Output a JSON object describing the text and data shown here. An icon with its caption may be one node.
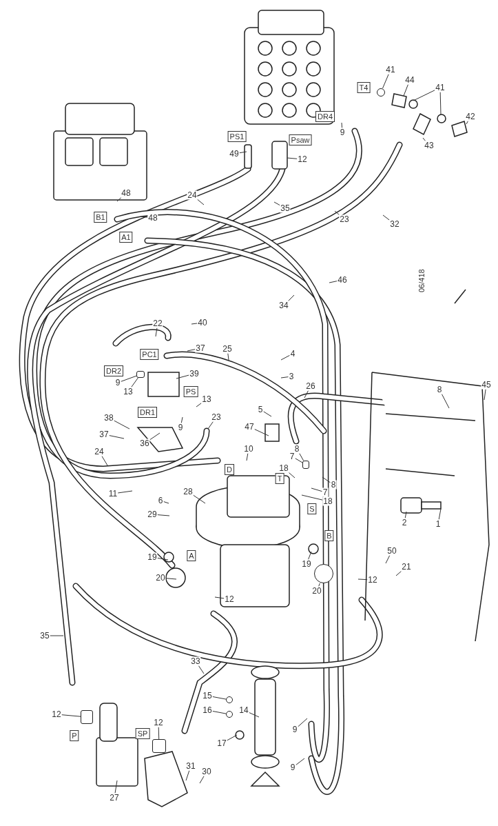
{
  "diagram": {
    "nodes": [
      {
        "text": [
          "41"
        ]
      },
      {
        "text": [
          "44"
        ]
      },
      {
        "text": [
          "41"
        ]
      },
      {
        "text": [
          "42"
        ]
      },
      {
        "text": [
          "43"
        ]
      },
      {
        "text": [
          "9"
        ]
      },
      {
        "text": [
          "12"
        ]
      },
      {
        "text": [
          "49"
        ]
      },
      {
        "text": [
          "48"
        ]
      },
      {
        "text": [
          "48"
        ]
      },
      {
        "text": [
          "24"
        ]
      },
      {
        "text": [
          "35"
        ]
      },
      {
        "text": [
          "23"
        ]
      },
      {
        "text": [
          "32"
        ]
      },
      {
        "text": [
          "46"
        ]
      },
      {
        "text": [
          "34"
        ]
      },
      {
        "text": [
          "22"
        ]
      },
      {
        "text": [
          "40"
        ]
      },
      {
        "text": [
          "37"
        ]
      },
      {
        "text": [
          "25"
        ]
      },
      {
        "text": [
          "4"
        ]
      },
      {
        "text": [
          "3"
        ]
      },
      {
        "text": [
          "26"
        ]
      },
      {
        "text": [
          "39"
        ]
      },
      {
        "text": [
          "9"
        ]
      },
      {
        "text": [
          "13"
        ]
      },
      {
        "text": [
          "13"
        ]
      },
      {
        "text": [
          "9"
        ]
      },
      {
        "text": [
          "23"
        ]
      },
      {
        "text": [
          "38"
        ]
      },
      {
        "text": [
          "37"
        ]
      },
      {
        "text": [
          "36"
        ]
      },
      {
        "text": [
          "24"
        ]
      },
      {
        "text": [
          "5"
        ]
      },
      {
        "text": [
          "47"
        ]
      },
      {
        "text": [
          "10"
        ]
      },
      {
        "text": [
          "8"
        ]
      },
      {
        "text": [
          "7"
        ]
      },
      {
        "text": [
          "18"
        ]
      },
      {
        "text": [
          "8"
        ]
      },
      {
        "text": [
          "7"
        ]
      },
      {
        "text": [
          "18"
        ]
      },
      {
        "text": [
          "28"
        ]
      },
      {
        "text": [
          "6"
        ]
      },
      {
        "text": [
          "29"
        ]
      },
      {
        "text": [
          "11"
        ]
      },
      {
        "text": [
          "8"
        ]
      },
      {
        "text": [
          "45"
        ]
      },
      {
        "text": [
          "2"
        ]
      },
      {
        "text": [
          "1"
        ]
      },
      {
        "text": [
          "19"
        ]
      },
      {
        "text": [
          "20"
        ]
      },
      {
        "text": [
          "12"
        ]
      },
      {
        "text": [
          "19"
        ]
      },
      {
        "text": [
          "20"
        ]
      },
      {
        "text": [
          "12"
        ]
      },
      {
        "text": [
          "50"
        ]
      },
      {
        "text": [
          "21"
        ]
      },
      {
        "text": [
          "35"
        ]
      },
      {
        "text": [
          "33"
        ]
      },
      {
        "text": [
          "15"
        ]
      },
      {
        "text": [
          "16"
        ]
      },
      {
        "text": [
          "14"
        ]
      },
      {
        "text": [
          "17"
        ]
      },
      {
        "text": [
          "9"
        ]
      },
      {
        "text": [
          "9"
        ]
      },
      {
        "text": [
          "12"
        ]
      },
      {
        "text": [
          "12"
        ]
      },
      {
        "text": [
          "31"
        ]
      },
      {
        "text": [
          "30"
        ]
      },
      {
        "text": [
          "27"
        ]
      },
      {
        "text": [
          "T4"
        ]
      },
      {
        "text": [
          "DR4"
        ]
      },
      {
        "text": [
          "PS1"
        ]
      },
      {
        "text": [
          "Psaw"
        ]
      },
      {
        "text": [
          "B1"
        ]
      },
      {
        "text": [
          "A1"
        ]
      },
      {
        "text": [
          "PC1"
        ]
      },
      {
        "text": [
          "DR2"
        ]
      },
      {
        "text": [
          "PS"
        ]
      },
      {
        "text": [
          "DR1"
        ]
      },
      {
        "text": [
          "D"
        ]
      },
      {
        "text": [
          "T"
        ]
      },
      {
        "text": [
          "S"
        ]
      },
      {
        "text": [
          "A"
        ]
      },
      {
        "text": [
          "B"
        ]
      },
      {
        "text": [
          "P"
        ]
      },
      {
        "text": [
          "SP"
        ]
      },
      {
        "text": [],
        "shape": "circle"
      },
      {
        "text": [],
        "shape": "box"
      },
      {
        "text": [],
        "shape": "box"
      },
      {
        "text": [],
        "shape": "circle"
      },
      {
        "text": [],
        "shape": "circle"
      },
      {
        "text": [],
        "shape": "circle"
      },
      {
        "text": [],
        "shape": "box"
      },
      {
        "text": [],
        "shape": "box"
      }
    ],
    "edges": [
      {
        "from": 0,
        "to": 88,
        "arrow": "none"
      },
      {
        "from": 1,
        "to": null,
        "arrow": "none"
      },
      {
        "from": 2,
        "to": null,
        "arrow": "none"
      },
      {
        "from": 2,
        "to": null,
        "arrow": "none"
      },
      {
        "from": 3,
        "to": null,
        "arrow": "none"
      },
      {
        "from": 4,
        "to": null,
        "arrow": "none"
      },
      {
        "from": 5,
        "to": null,
        "arrow": "none"
      },
      {
        "from": 6,
        "to": null,
        "arrow": "none"
      },
      {
        "from": 7,
        "to": null,
        "arrow": "none"
      },
      {
        "from": 8,
        "to": null,
        "arrow": "none"
      },
      {
        "from": 9,
        "to": null,
        "arrow": "none"
      },
      {
        "from": 10,
        "to": null,
        "arrow": "none"
      },
      {
        "from": 11,
        "to": null,
        "arrow": "none"
      },
      {
        "from": 12,
        "to": null,
        "arrow": "none"
      },
      {
        "from": 13,
        "to": null,
        "arrow": "none"
      },
      {
        "from": 14,
        "to": null,
        "arrow": "none"
      },
      {
        "from": 15,
        "to": null,
        "arrow": "none"
      },
      {
        "from": 16,
        "to": null,
        "arrow": "none"
      },
      {
        "from": 17,
        "to": null,
        "arrow": "none"
      },
      {
        "from": 18,
        "to": null,
        "arrow": "none"
      },
      {
        "from": 19,
        "to": null,
        "arrow": "none"
      },
      {
        "from": 20,
        "to": null,
        "arrow": "none"
      },
      {
        "from": 21,
        "to": null,
        "arrow": "none"
      },
      {
        "from": 22,
        "to": null,
        "arrow": "none"
      },
      {
        "from": 23,
        "to": null,
        "arrow": "none"
      },
      {
        "from": 24,
        "to": 89,
        "arrow": "none"
      },
      {
        "from": 25,
        "to": 89,
        "arrow": "none"
      },
      {
        "from": 26,
        "to": null,
        "arrow": "none"
      },
      {
        "from": 27,
        "to": null,
        "arrow": "none"
      },
      {
        "from": 28,
        "to": null,
        "arrow": "none"
      },
      {
        "from": 29,
        "to": null,
        "arrow": "none"
      },
      {
        "from": 30,
        "to": null,
        "arrow": "none"
      },
      {
        "from": 31,
        "to": null,
        "arrow": "none"
      },
      {
        "from": 32,
        "to": null,
        "arrow": "none"
      },
      {
        "from": 33,
        "to": null,
        "arrow": "none"
      },
      {
        "from": 34,
        "to": null,
        "arrow": "none"
      },
      {
        "from": 35,
        "to": null,
        "arrow": "none"
      },
      {
        "from": 36,
        "to": 90,
        "arrow": "none"
      },
      {
        "from": 37,
        "to": 90,
        "arrow": "none"
      },
      {
        "from": 38,
        "to": null,
        "arrow": "none"
      },
      {
        "from": 39,
        "to": null,
        "arrow": "none"
      },
      {
        "from": 40,
        "to": null,
        "arrow": "none"
      },
      {
        "from": 41,
        "to": null,
        "arrow": "none"
      },
      {
        "from": 42,
        "to": null,
        "arrow": "none"
      },
      {
        "from": 43,
        "to": null,
        "arrow": "none"
      },
      {
        "from": 44,
        "to": null,
        "arrow": "none"
      },
      {
        "from": 45,
        "to": null,
        "arrow": "none"
      },
      {
        "from": 46,
        "to": null,
        "arrow": "none"
      },
      {
        "from": 47,
        "to": null,
        "arrow": "none"
      },
      {
        "from": 48,
        "to": null,
        "arrow": "none"
      },
      {
        "from": 49,
        "to": null,
        "arrow": "none"
      },
      {
        "from": 50,
        "to": null,
        "arrow": "none"
      },
      {
        "from": 51,
        "to": null,
        "arrow": "none"
      },
      {
        "from": 52,
        "to": null,
        "arrow": "none"
      },
      {
        "from": 53,
        "to": null,
        "arrow": "none"
      },
      {
        "from": 54,
        "to": 91,
        "arrow": "none"
      },
      {
        "from": 55,
        "to": null,
        "arrow": "none"
      },
      {
        "from": 56,
        "to": null,
        "arrow": "none"
      },
      {
        "from": 57,
        "to": null,
        "arrow": "none"
      },
      {
        "from": 58,
        "to": null,
        "arrow": "none"
      },
      {
        "from": 59,
        "to": null,
        "arrow": "none"
      },
      {
        "from": 60,
        "to": 92,
        "arrow": "none"
      },
      {
        "from": 61,
        "to": 93,
        "arrow": "none"
      },
      {
        "from": 62,
        "to": null,
        "arrow": "none"
      },
      {
        "from": 63,
        "to": null,
        "arrow": "none"
      },
      {
        "from": 64,
        "to": null,
        "arrow": "none"
      },
      {
        "from": 65,
        "to": null,
        "arrow": "none"
      },
      {
        "from": 66,
        "to": 94,
        "arrow": "none"
      },
      {
        "from": 67,
        "to": 95,
        "arrow": "none"
      },
      {
        "from": 68,
        "to": null,
        "arrow": "none"
      },
      {
        "from": 69,
        "to": null,
        "arrow": "none"
      },
      {
        "from": 70,
        "to": null,
        "arrow": "none"
      }
    ],
    "labels": [
      "06/418"
    ]
  }
}
